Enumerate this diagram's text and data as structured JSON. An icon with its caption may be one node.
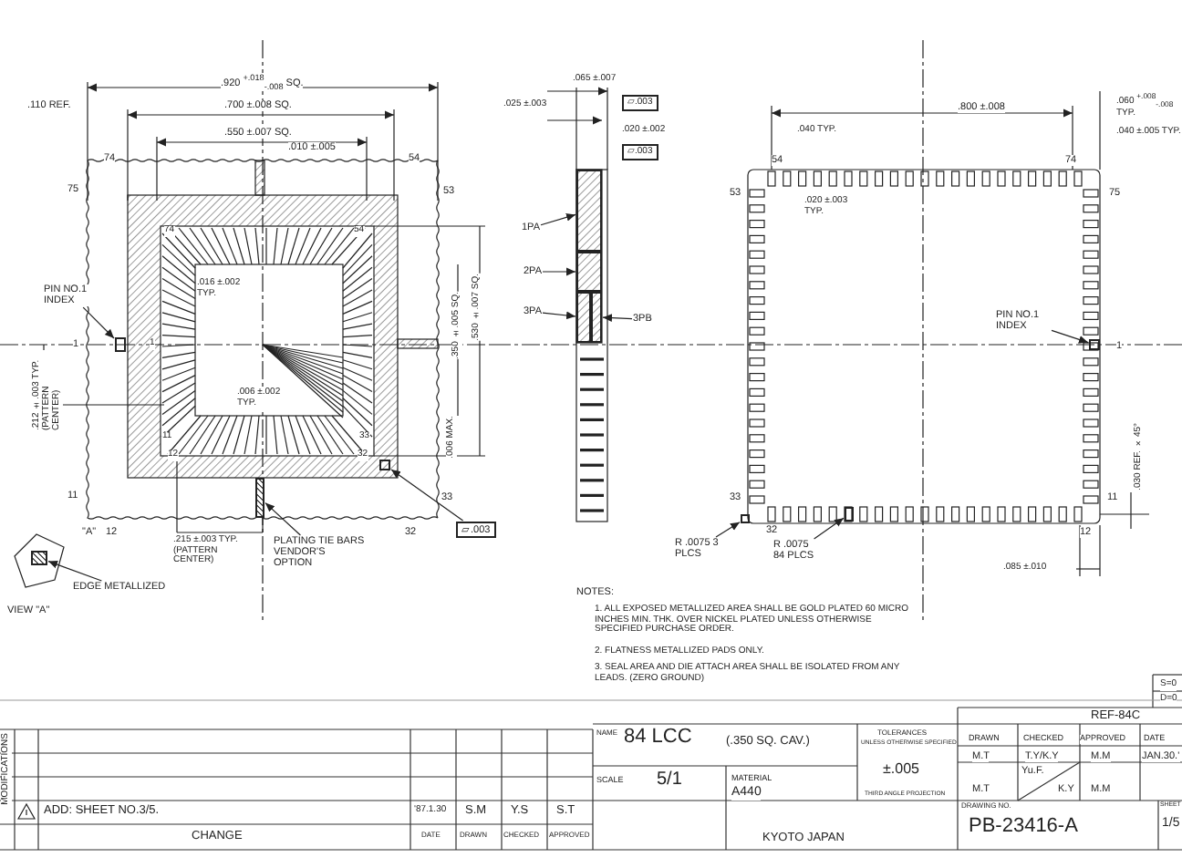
{
  "diagram": {
    "nodes": [
      {
        "text": [
          "PIN NO.1 INDEX"
        ]
      },
      {
        "text": [
          "PLATING TIE BARS VENDOR'S OPTION"
        ]
      },
      {
        "text": [
          "EDGE METALLIZED"
        ]
      },
      {
        "text": [
          "1PA"
        ]
      },
      {
        "text": [
          "2PA"
        ]
      },
      {
        "text": [
          "3PA"
        ]
      },
      {
        "text": [
          "3PB"
        ]
      },
      {
        "text": [
          "PIN NO.1 INDEX"
        ]
      },
      {
        "text": [
          "R .0075 3 PLCS"
        ]
      },
      {
        "text": [
          "R .0075 84 PLCS"
        ]
      },
      {
        "text": [
          "▱.003"
        ]
      },
      {
        "text": [],
        "shape": "box"
      },
      {
        "text": [],
        "shape": "box"
      },
      {
        "text": [],
        "shape": "box"
      },
      {
        "text": [],
        "shape": "box"
      },
      {
        "text": [],
        "shape": "box"
      },
      {
        "text": [],
        "shape": "box"
      },
      {
        "text": [],
        "shape": "box"
      },
      {
        "text": [],
        "shape": "box"
      },
      {
        "text": [],
        "shape": "box"
      },
      {
        "text": [],
        "shape": "box"
      },
      {
        "text": [],
        "shape": "box"
      }
    ],
    "edges": [
      {
        "from": 0,
        "to": 11,
        "arrow": "to"
      },
      {
        "from": 1,
        "to": 12,
        "arrow": "to"
      },
      {
        "from": 2,
        "to": 13,
        "arrow": "to"
      },
      {
        "from": 3,
        "to": 14,
        "arrow": "to"
      },
      {
        "from": 4,
        "to": 15,
        "arrow": "to"
      },
      {
        "from": 5,
        "to": 16,
        "arrow": "to"
      },
      {
        "from": 6,
        "to": 17,
        "arrow": "to"
      },
      {
        "from": 7,
        "to": 18,
        "arrow": "to"
      },
      {
        "from": 8,
        "to": 19,
        "arrow": "to"
      },
      {
        "from": 9,
        "to": 20,
        "arrow": "to"
      },
      {
        "from": 10,
        "to": 21,
        "arrow": "to"
      }
    ],
    "labels": [
      ".920 $^{+.018}$$_{-.008}$ SQ.",
      ".110 REF.",
      ".700 ±.008 SQ.",
      ".550 ±.007 SQ.",
      ".010 ±.005",
      "74",
      "54",
      "75",
      "53",
      "74",
      "54",
      "1",
      "1",
      ".016 ±.002 TYP.",
      ".212 ±.003 TYP. (PATTERN CENTER)",
      ".006 ±.002 TYP.",
      ".350 ±.005 SQ.",
      ".530 ±.007 SQ.",
      ".006 MAX.",
      "11",
      "12",
      "33",
      "32",
      "11",
      "33",
      "\"A\"",
      "12",
      "32",
      ".215 ±.003 TYP. (PATTERN CENTER)",
      "VIEW \"A\"",
      ".065 ±.007",
      ".025 ±.003",
      "▱.003",
      ".020 ±.002",
      "▱.003",
      ".800 ±.008",
      ".060 $^{+.008}$$_{-.008}$ TYP.",
      ".040 TYP.",
      ".040 ±.005 TYP.",
      "54",
      "74",
      "53",
      "75",
      ".020 ±.003 TYP.",
      "1",
      "33",
      "11",
      "32",
      "12",
      ".030 REF. ×45°",
      ".085 ±.010",
      "NOTES:",
      "1. ALL EXPOSED METALLIZED AREA SHALL BE GOLD PLATED 60 MICRO INCHES MIN. THK. OVER NICKEL PLATED UNLESS OTHERWISE SPECIFIED PURCHASE ORDER.",
      "2. FLATNESS METALLIZED PADS ONLY.",
      "3. SEAL AREA AND DIE ATTACH AREA SHALL BE ISOLATED FROM ANY LEADS. (ZERO GROUND)",
      "MODIFICATIONS",
      "ADD: SHEET NO.3/5.",
      "'87.1.30",
      "S.M",
      "Y.S",
      "S.T",
      "CHANGE",
      "DATE",
      "DRAWN",
      "CHECKED",
      "APPROVED",
      "NAME",
      "84 LCC",
      "(.350 SQ. CAV.)",
      "SCALE",
      "5/1",
      "MATERIAL",
      "A440",
      "KYOTO JAPAN",
      "TOLERANCES",
      "UNLESS OTHERWISE SPECIFIED",
      "±.005",
      "THIRD ANGLE PROJECTION",
      "DRAWN",
      "CHECKED",
      "APPROVED",
      "DATE",
      "M.T",
      "T.Y/K.Y",
      "M.M",
      "JAN.30.'",
      "M.T",
      "Yu.F.",
      "K.Y",
      "M.M",
      "DRAWING NO.",
      "PB-23416-A",
      "SHEET",
      "1/5",
      "REF-84C",
      "S=0",
      "D=0"
    ]
  }
}
